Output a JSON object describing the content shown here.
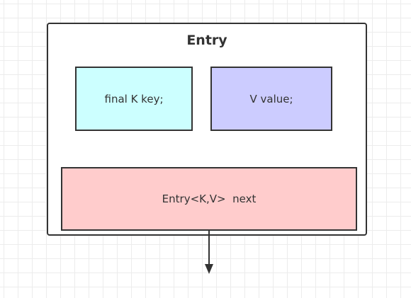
{
  "diagram": {
    "entry": {
      "title": "Entry",
      "fields": {
        "key": {
          "label": "final K key;",
          "fill": "#ccffff"
        },
        "value": {
          "label": "V value;",
          "fill": "#ccccff"
        },
        "next": {
          "label": "Entry<K,V>  next",
          "fill": "#ffcccc"
        }
      }
    },
    "colors": {
      "stroke": "#333333",
      "grid": "#ececec",
      "background": "#ffffff"
    }
  }
}
